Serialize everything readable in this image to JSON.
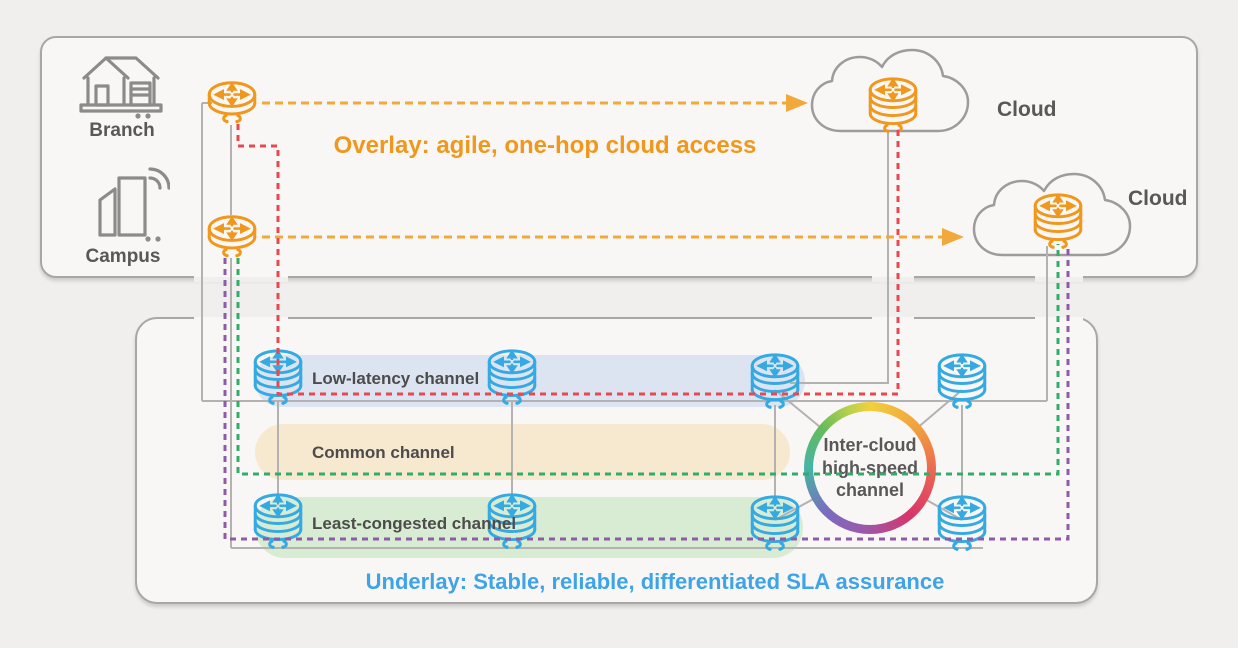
{
  "overlay": {
    "caption": "Overlay: agile, one-hop cloud access",
    "sites": [
      {
        "label": "Branch",
        "icon": "house-icon"
      },
      {
        "label": "Campus",
        "icon": "office-building-icon"
      }
    ],
    "clouds": [
      {
        "label": "Cloud",
        "icon": "cloud-router-icon"
      },
      {
        "label": "Cloud",
        "icon": "cloud-router-icon"
      }
    ]
  },
  "underlay": {
    "caption": "Underlay: Stable, reliable, differentiated SLA assurance",
    "channels": [
      {
        "label": "Low-latency channel",
        "band_color": "#dce4f1",
        "path_color": "#e8484f"
      },
      {
        "label": "Common channel",
        "band_color": "#f6e9d0",
        "path_color": "#33ab6b"
      },
      {
        "label": "Least-congested channel",
        "band_color": "#d8ecd3",
        "path_color": "#8e5ba8"
      }
    ],
    "intercloud": {
      "lines": [
        "Inter-cloud",
        "high-speed",
        "channel"
      ]
    }
  },
  "colors": {
    "overlay_accent": "#f0981d",
    "underlay_accent": "#3fa3e8",
    "router_orange": "#f0981d",
    "router_blue": "#35aae2",
    "orange_path": "#f2a93b",
    "red_path": "#e8484f",
    "green_path": "#33ab6b",
    "purple_path": "#8e5ba8",
    "gray_line": "#b3b1b1",
    "text_dark": "#595757"
  }
}
